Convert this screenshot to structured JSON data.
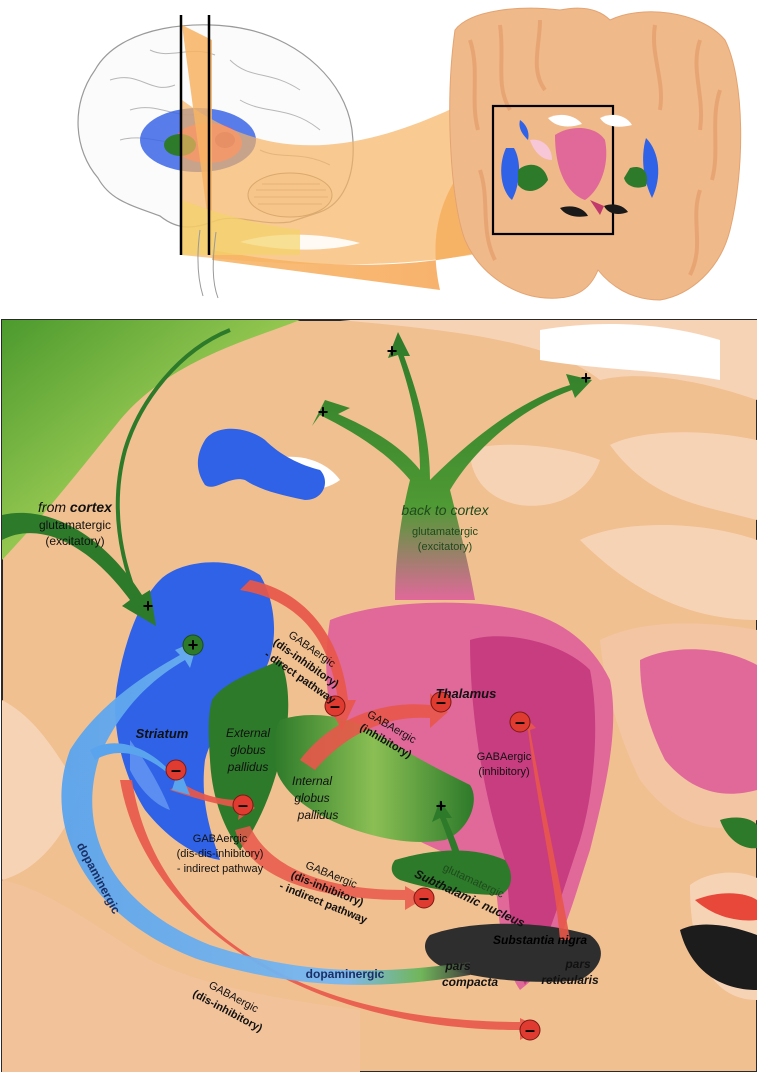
{
  "labels": {
    "from_cortex_from": "from",
    "from_cortex_bold": "cortex",
    "from_cortex_type": "glutamatergic",
    "from_cortex_effect": "(excitatory)",
    "back_to_cortex": "back to cortex",
    "back_to_cortex_type": "glutamatergic",
    "back_to_cortex_effect": "(excitatory)",
    "striatum": "Striatum",
    "external_gp_1": "External",
    "external_gp_2": "globus",
    "external_gp_3": "pallidus",
    "internal_gp_1": "Internal",
    "internal_gp_2": "globus",
    "internal_gp_3": "pallidus",
    "thalamus": "Thalamus",
    "subthalamic_nucleus": "Subthalamic nucleus",
    "substantia_nigra": "Substantia nigra",
    "pars_compacta_1": "pars",
    "pars_compacta_2": "compacta",
    "pars_reticularis_1": "pars",
    "pars_reticularis_2": "reticularis",
    "direct_1": "GABAergic",
    "direct_2": "(dis-inhibitory)",
    "direct_3": "- direct pathway",
    "indirect_1": "GABAergic",
    "indirect_2": "(dis-dis-inhibitory)",
    "indirect_3": "- indirect pathway",
    "gpi_out_1": "GABAergic",
    "gpi_out_2": "(inhibitory)",
    "snr_out_1": "GABAergic",
    "snr_out_2": "(inhibitory)",
    "stn_in_1": "GABAergic",
    "stn_in_2": "(dis-inhibitory)",
    "stn_in_3": "- indirect pathway",
    "stn_out": "glutamatergic",
    "snc_dis_1": "GABAergic",
    "snc_dis_2": "(dis-inhibitory)",
    "dopaminergic_left": "dopaminergic",
    "dopaminergic_bottom": "dopaminergic"
  },
  "signs": {
    "plus": "+",
    "minus": "–"
  },
  "colors": {
    "excitatory_green": "#2d7a2a",
    "inhibitory_red": "#e8574a",
    "dopamine_blue": "#3a8ee0",
    "striatum_blue": "#2f62e6",
    "thalamus_pink": "#e0699a",
    "brain_tan": "#eebc94",
    "orange_highlight": "#f5a04e"
  }
}
